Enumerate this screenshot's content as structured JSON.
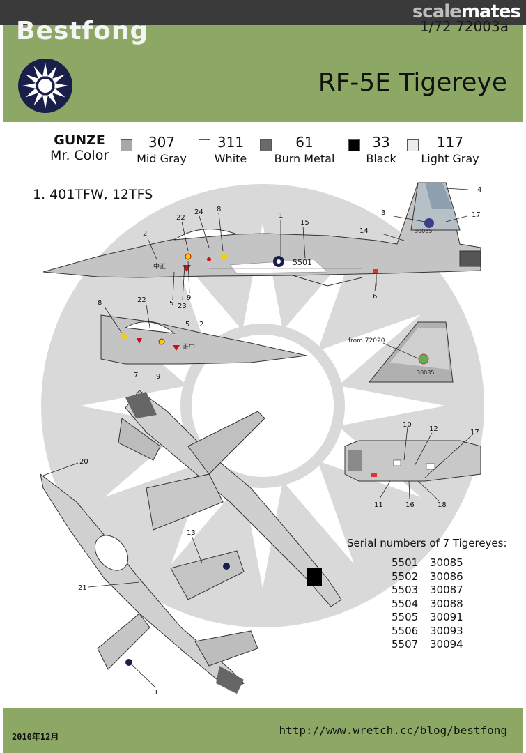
{
  "watermark": {
    "part1": "scale",
    "part2": "mates"
  },
  "header": {
    "brand": "Bestfong",
    "scale": "1/72 72003a",
    "title": "RF-5E Tigereye"
  },
  "paints": {
    "brand_line1": "GUNZE",
    "brand_line2": "Mr. Color",
    "items": [
      {
        "code": "307",
        "name": "Mid Gray",
        "color": "#a8a8a8"
      },
      {
        "code": "311",
        "name": "White",
        "color": "#ffffff"
      },
      {
        "code": "61",
        "name": "Burn Metal",
        "color": "#6a6a6a"
      },
      {
        "code": "33",
        "name": "Black",
        "color": "#000000"
      },
      {
        "code": "117",
        "name": "Light Gray",
        "color": "#ebebeb"
      }
    ]
  },
  "section_title": "1. 401TFW, 12TFS",
  "aircraft_marks": {
    "nose_serial": "5501",
    "tail_serial": "30085",
    "tail_serial_alt": "30085",
    "tail_note": "from 72020"
  },
  "callouts": [
    "1",
    "2",
    "3",
    "4",
    "5",
    "6",
    "8",
    "9",
    "14",
    "15",
    "17",
    "22",
    "23",
    "24",
    "2",
    "5",
    "7",
    "8",
    "9",
    "22",
    "10",
    "11",
    "12",
    "16",
    "17",
    "18",
    "13",
    "20",
    "21",
    "1"
  ],
  "serials": {
    "title": "Serial numbers of 7 Tigereyes:",
    "rows": [
      {
        "a": "5501",
        "b": "30085"
      },
      {
        "a": "5502",
        "b": "30086"
      },
      {
        "a": "5503",
        "b": "30087"
      },
      {
        "a": "5504",
        "b": "30088"
      },
      {
        "a": "5505",
        "b": "30091"
      },
      {
        "a": "5506",
        "b": "30093"
      },
      {
        "a": "5507",
        "b": "30094"
      }
    ]
  },
  "footer": {
    "date": "2010年12月",
    "url": "http://www.wretch.cc/blog/bestfong"
  },
  "colors": {
    "header_green": "#8da765",
    "sky_gray": "#d9d9d9"
  }
}
